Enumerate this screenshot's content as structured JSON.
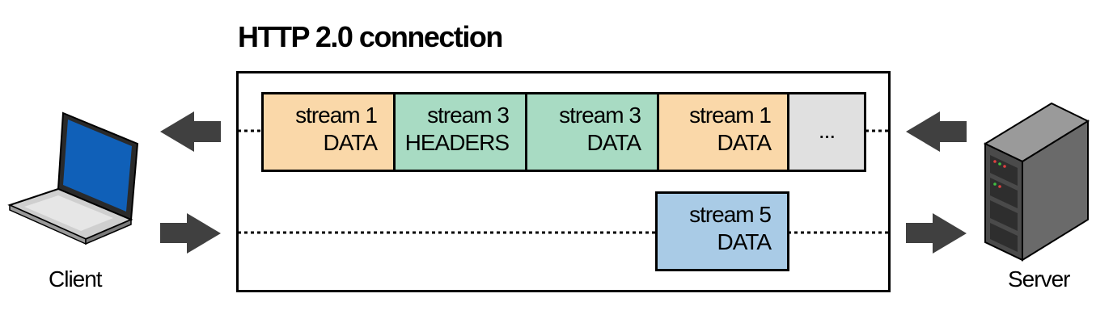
{
  "title": "HTTP 2.0 connection",
  "client_label": "Client",
  "server_label": "Server",
  "lane_top": {
    "frames": [
      {
        "line1": "stream 1",
        "line2": "DATA",
        "color": "#fad8a9"
      },
      {
        "line1": "stream 3",
        "line2": "HEADERS",
        "color": "#a8dbc3"
      },
      {
        "line1": "stream 3",
        "line2": "DATA",
        "color": "#a8dbc3"
      },
      {
        "line1": "stream 1",
        "line2": "DATA",
        "color": "#fad8a9"
      },
      {
        "line1": "...",
        "line2": "",
        "color": "#e0e0e0"
      }
    ]
  },
  "lane_bottom": {
    "frames": [
      {
        "line1": "stream 5",
        "line2": "DATA",
        "color": "#a9cbe6"
      }
    ]
  },
  "colors": {
    "arrow": "#404040",
    "laptop_screen": "#1060b8",
    "server_body": "#555555"
  }
}
